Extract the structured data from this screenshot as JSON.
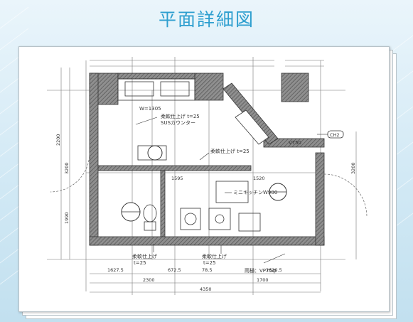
{
  "title": "平面詳細図",
  "notes": {
    "finish1a": "柔軟仕上げ t=25",
    "finish1b": "SUSカウンター",
    "finish2": "柔軟仕上げ t=25",
    "kitchen": "ミニキッチンW900",
    "finish3a": "柔軟仕上げ",
    "finish3b": "t=25",
    "finish4a": "柔軟仕上げ",
    "finish4b": "t=25",
    "drain": "雨樋：VP75ф",
    "tag": "CH2",
    "top_dim": "W=1305",
    "vt": "VT50"
  },
  "dimensions": {
    "bottom1": [
      "1627.5",
      "672.5",
      "78.5",
      "1620.5"
    ],
    "bottom2": [
      "2300",
      "1700"
    ],
    "total": "4350",
    "right": "3200",
    "left1": "2200",
    "left2": "3200",
    "left3": "1990",
    "mid1": "1595",
    "mid2": "1520"
  }
}
